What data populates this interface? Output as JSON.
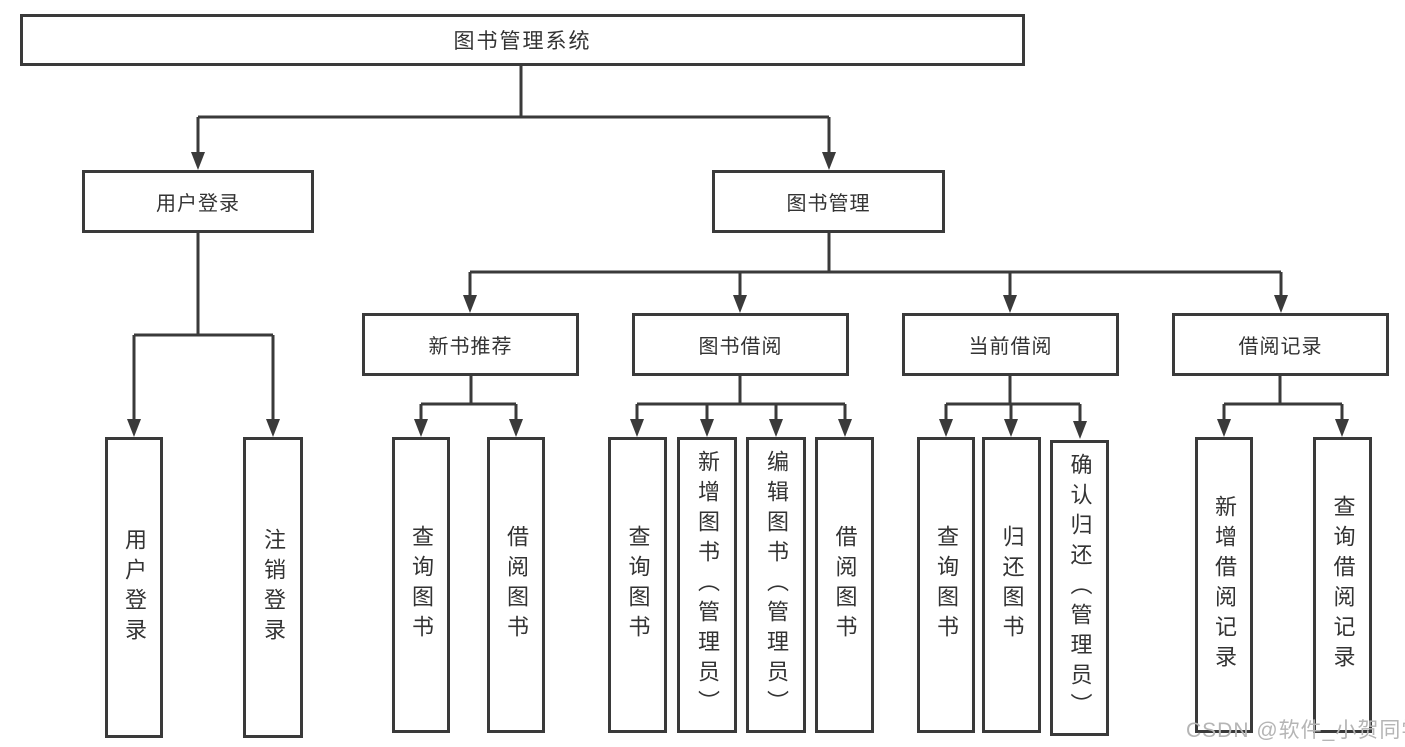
{
  "style": {
    "line_color": "#3a3a3a",
    "text_color": "#333333",
    "background_color": "#ffffff",
    "watermark_color": "#b5b5b5"
  },
  "tree": {
    "root": {
      "label": "图书管理系统",
      "children": [
        {
          "label": "用户登录",
          "children": [
            {
              "label": "用户登录"
            },
            {
              "label": "注销登录"
            }
          ]
        },
        {
          "label": "图书管理",
          "children": [
            {
              "label": "新书推荐",
              "children": [
                {
                  "label": "查询图书"
                },
                {
                  "label": "借阅图书"
                }
              ]
            },
            {
              "label": "图书借阅",
              "children": [
                {
                  "label": "查询图书"
                },
                {
                  "label": "新增图书（管理员）"
                },
                {
                  "label": "编辑图书（管理员）"
                },
                {
                  "label": "借阅图书"
                }
              ]
            },
            {
              "label": "当前借阅",
              "children": [
                {
                  "label": "查询图书"
                },
                {
                  "label": "归还图书"
                },
                {
                  "label": "确认归还（管理员）"
                }
              ]
            },
            {
              "label": "借阅记录",
              "children": [
                {
                  "label": "新增借阅记录"
                },
                {
                  "label": "查询借阅记录"
                }
              ]
            }
          ]
        }
      ]
    }
  },
  "watermark": {
    "text": "CSDN @软件_小贺同学"
  }
}
